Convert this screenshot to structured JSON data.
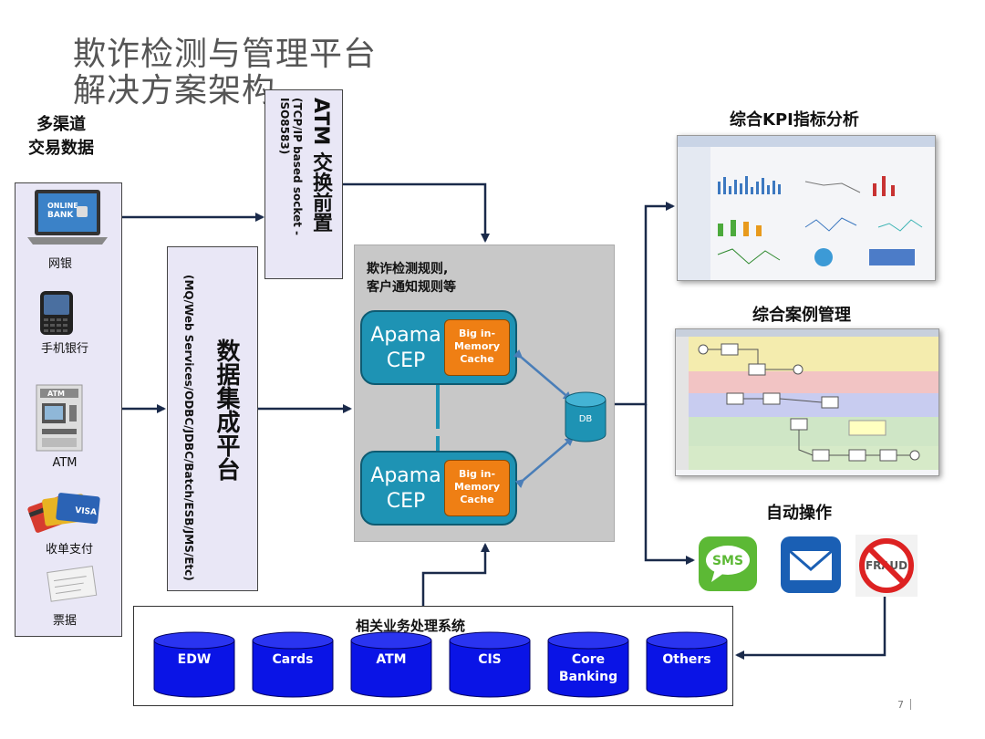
{
  "title_line1": "欺诈检测与管理平台",
  "title_line2": "解决方案架构",
  "sources_title": "多渠道\n交易数据",
  "channels": [
    {
      "icon": "laptop-icon",
      "label": "网银",
      "screen_text": "ONLINE BANK"
    },
    {
      "icon": "smartphone-icon",
      "label": "手机银行"
    },
    {
      "icon": "atm-machine-icon",
      "label": "ATM"
    },
    {
      "icon": "credit-cards-icon",
      "label": "收单支付"
    },
    {
      "icon": "receipts-icon",
      "label": "票据"
    }
  ],
  "atm_switch": {
    "title": "ATM 交换前置",
    "subtitle": "(TCP/IP based socket - ISO8583)"
  },
  "data_integration": {
    "title": "数据集成平台",
    "subtitle": "(MQ/Web Services/ODBC/JDBC/Batch/ESB/JMS/Etc)"
  },
  "rules": {
    "line1": "欺诈检测规则,",
    "line2": "客户通知规则等"
  },
  "cep": [
    {
      "line1": "Apama",
      "line2": "CEP",
      "cache1": "Big in-",
      "cache2": "Memory",
      "cache3": "Cache"
    },
    {
      "line1": "Apama",
      "line2": "CEP",
      "cache1": "Big in-",
      "cache2": "Memory",
      "cache3": "Cache"
    }
  ],
  "db_label": "DB",
  "kpi_title": "综合KPI指标分析",
  "case_title": "综合案例管理",
  "auto_title": "自动操作",
  "actions": [
    {
      "icon": "sms-icon",
      "label": "SMS"
    },
    {
      "icon": "email-icon"
    },
    {
      "icon": "no-fraud-icon",
      "label": "FRAUD"
    }
  ],
  "systems_title": "相关业务处理系统",
  "systems": [
    {
      "l1": "EDW",
      "l2": ""
    },
    {
      "l1": "Cards",
      "l2": ""
    },
    {
      "l1": "ATM",
      "l2": ""
    },
    {
      "l1": "CIS",
      "l2": ""
    },
    {
      "l1": "Core",
      "l2": "Banking"
    },
    {
      "l1": "Others",
      "l2": ""
    }
  ],
  "page_number": "7",
  "colors": {
    "cep_blue": "#1e93b4",
    "cache_orange": "#ef7f14",
    "cylinder_blue": "#0a14e6",
    "panel_lavender": "#e9e7f6",
    "gray_panel": "#c8c8c8"
  }
}
